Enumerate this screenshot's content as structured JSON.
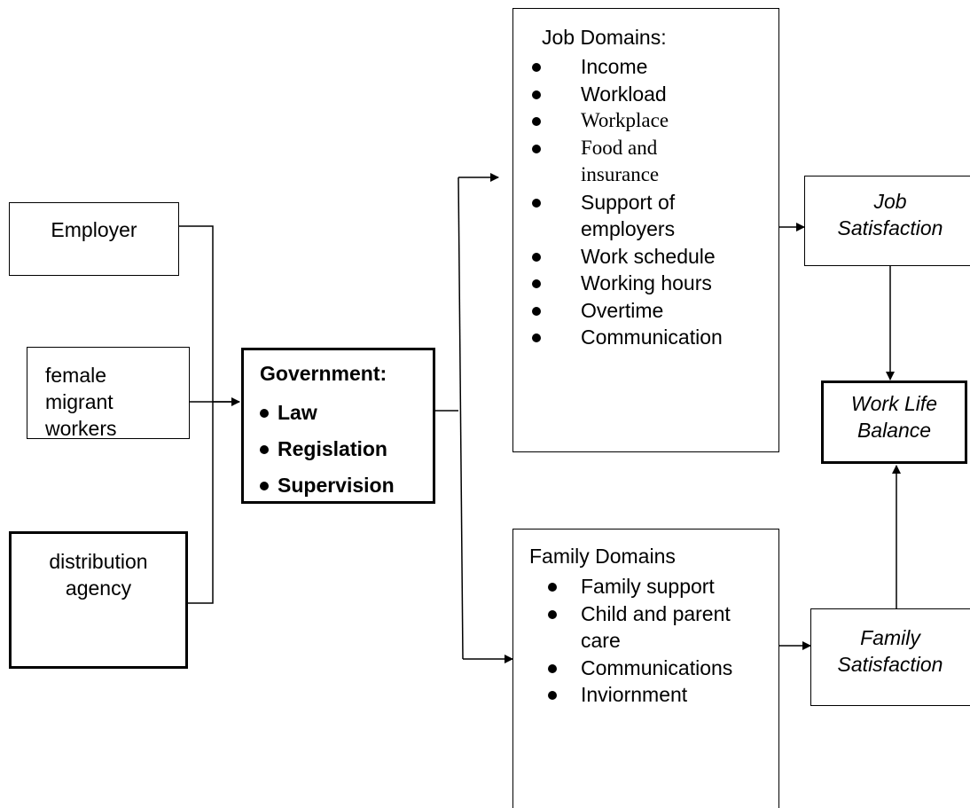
{
  "employer": {
    "label": "Employer"
  },
  "migrant_workers": {
    "lines": [
      "female",
      "migrant",
      "workers"
    ]
  },
  "agency": {
    "lines": [
      "distribution",
      "agency"
    ]
  },
  "government": {
    "title": "Government:",
    "items": [
      "Law",
      "Regislation",
      "Supervision"
    ]
  },
  "job_domains": {
    "title": "Job Domains:",
    "items": [
      "Income",
      "Workload",
      "Workplace",
      "Food and",
      "insurance",
      "Support of",
      "employers",
      "Work schedule",
      "Working hours",
      "Overtime",
      "Communication"
    ]
  },
  "family_domains": {
    "title": "Family Domains",
    "items": [
      "Family support",
      "Child and parent",
      "care",
      "Communications",
      "Inviornment"
    ]
  },
  "job_satisfaction": {
    "lines": [
      "Job",
      "Satisfaction"
    ]
  },
  "work_life_balance": {
    "lines": [
      "Work Life",
      "Balance"
    ]
  },
  "family_satisfaction": {
    "lines": [
      "Family",
      "Satisfaction"
    ]
  }
}
